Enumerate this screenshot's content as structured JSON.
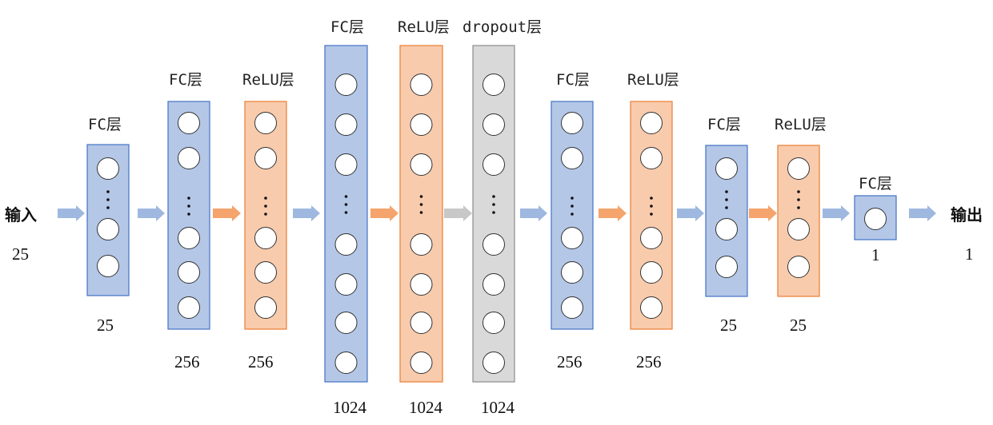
{
  "input": {
    "label": "输入",
    "size": "25"
  },
  "output": {
    "label": "输出",
    "size": "1"
  },
  "colors": {
    "fc_fill": "#b4c7e7",
    "fc_stroke": "#4472c4",
    "relu_fill": "#f8cbad",
    "relu_stroke": "#ed7d31",
    "dropout_fill": "#d9d9d9",
    "dropout_stroke": "#8c8c8c",
    "arrow_blue": "#9fb8e0",
    "arrow_orange": "#f4a46c",
    "arrow_gray": "#c8c8c8"
  },
  "layers": [
    {
      "label": "FC层",
      "type": "fc",
      "size": "25"
    },
    {
      "label": "FC层",
      "type": "fc",
      "size": "256"
    },
    {
      "label": "ReLU层",
      "type": "relu",
      "size": "256"
    },
    {
      "label": "FC层",
      "type": "fc",
      "size": "1024"
    },
    {
      "label": "ReLU层",
      "type": "relu",
      "size": "1024"
    },
    {
      "label": "dropout层",
      "type": "dropout",
      "size": "1024"
    },
    {
      "label": "FC层",
      "type": "fc",
      "size": "256"
    },
    {
      "label": "ReLU层",
      "type": "relu",
      "size": "256"
    },
    {
      "label": "FC层",
      "type": "fc",
      "size": "25"
    },
    {
      "label": "ReLU层",
      "type": "relu",
      "size": "25"
    },
    {
      "label": "FC层",
      "type": "fc",
      "size": "1"
    }
  ]
}
